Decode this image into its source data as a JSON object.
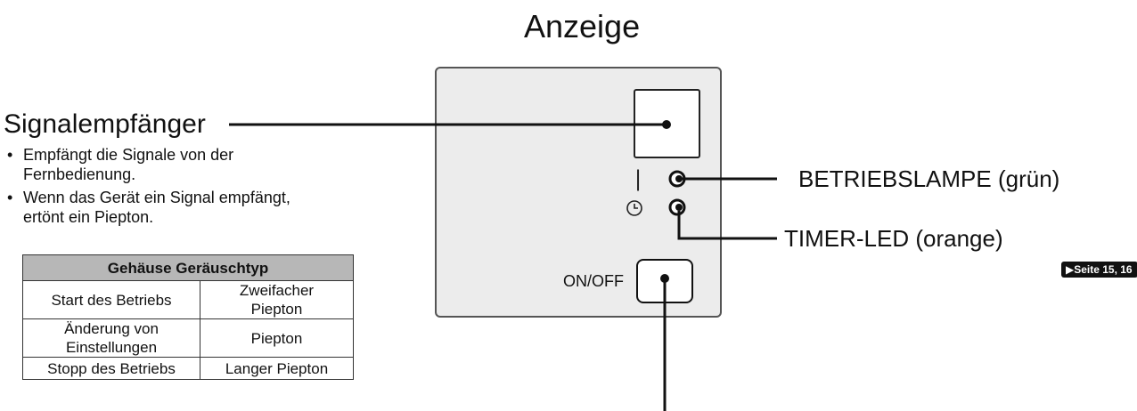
{
  "title": "Anzeige",
  "signal_receiver": {
    "label": "Signalempfänger",
    "bullets": [
      "Empfängt die Signale von der",
      "Fernbedienung.",
      "Wenn das Gerät ein Signal empfängt,",
      "ertönt ein Piepton."
    ]
  },
  "beep_table": {
    "header": "Gehäuse Geräuschtyp",
    "rows": [
      {
        "event": "Start des Betriebs",
        "sound_line1": "Zweifacher",
        "sound_line2": "Piepton"
      },
      {
        "event_line1": "Änderung von",
        "event_line2": "Einstellungen",
        "sound": "Piepton"
      },
      {
        "event": "Stopp des Betriebs",
        "sound": "Langer Piepton"
      }
    ]
  },
  "panel": {
    "onoff_label": "ON/OFF",
    "power_symbol": "|",
    "timer_symbol": "◷"
  },
  "leds": {
    "operation_label": "BETRIEBSLAMPE (grün)",
    "timer_label": "TIMER-LED (orange)",
    "page_ref": "▶Seite 15, 16"
  },
  "colors": {
    "panel_fill": "#ececec",
    "table_header_fill": "#b7b7b7",
    "badge_fill": "#111111"
  },
  "icons": [
    "power-indicator-icon",
    "timer-clock-icon",
    "operation-led-icon",
    "timer-led-icon"
  ]
}
